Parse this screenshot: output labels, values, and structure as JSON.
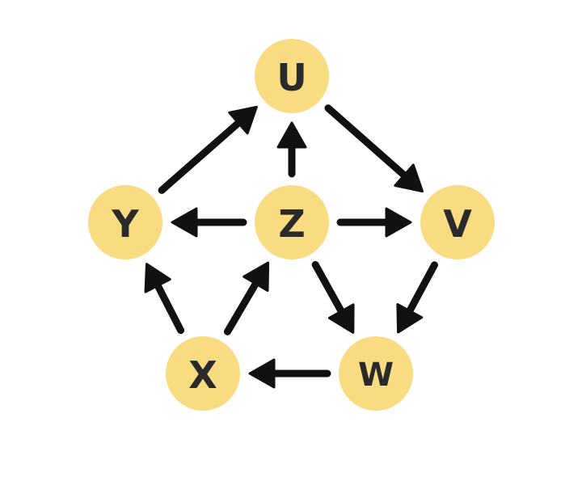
{
  "nodes": [
    {
      "id": "U",
      "label": "U",
      "color": "#f9dc82"
    },
    {
      "id": "V",
      "label": "V",
      "color": "#f9dc82"
    },
    {
      "id": "W",
      "label": "W",
      "color": "#f9dc82"
    },
    {
      "id": "X",
      "label": "X",
      "color": "#f9dc82"
    },
    {
      "id": "Y",
      "label": "Y",
      "color": "#f9dc82"
    },
    {
      "id": "Z",
      "label": "Z",
      "color": "#f9dc82"
    }
  ],
  "edges": [
    {
      "from": "U",
      "to": "V"
    },
    {
      "from": "V",
      "to": "W"
    },
    {
      "from": "W",
      "to": "X"
    },
    {
      "from": "X",
      "to": "Y"
    },
    {
      "from": "X",
      "to": "Z"
    },
    {
      "from": "Y",
      "to": "U"
    },
    {
      "from": "Z",
      "to": "U"
    },
    {
      "from": "Z",
      "to": "Y"
    },
    {
      "from": "Z",
      "to": "V"
    },
    {
      "from": "Z",
      "to": "W"
    }
  ],
  "edge_color": "#111111"
}
